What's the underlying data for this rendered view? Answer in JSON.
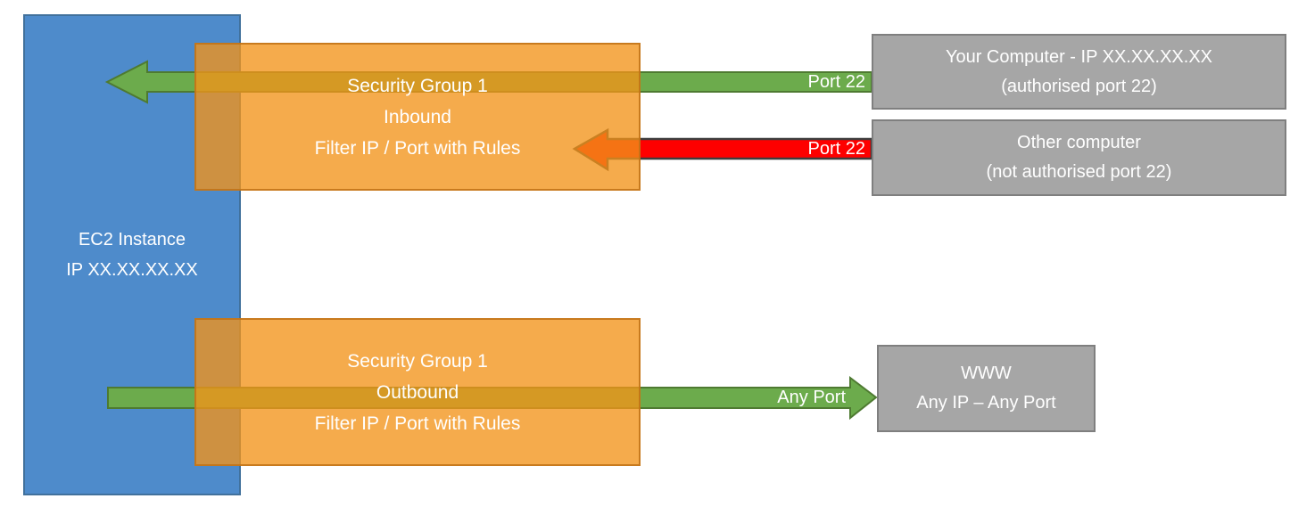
{
  "colors": {
    "blue_fill": "#4E8BCB",
    "blue_border": "#41719C",
    "orange_fill": "rgba(242,148,25,0.78)",
    "orange_border": "rgba(191,113,22,0.85)",
    "gray_fill": "#A6A6A6",
    "gray_border": "#7F7F7F",
    "green_fill": "#6CAB4C",
    "green_border": "#4E7A31",
    "red_fill": "#FE0000",
    "red_border": "#3E3E3E"
  },
  "ec2_box": {
    "line1": "EC2 Instance",
    "line2": "IP XX.XX.XX.XX"
  },
  "inbound_box": {
    "line1": "Security Group 1",
    "line2": "Inbound",
    "line3": "Filter IP / Port with Rules"
  },
  "outbound_box": {
    "line1": "Security Group 1",
    "line2": "Outbound",
    "line3": "Filter IP / Port with Rules"
  },
  "your_computer_box": {
    "line1": "Your Computer - IP XX.XX.XX.XX",
    "line2": "(authorised port 22)"
  },
  "other_computer_box": {
    "line1": "Other computer",
    "line2": "(not authorised port 22)"
  },
  "www_box": {
    "line1": "WWW",
    "line2": "Any IP – Any Port"
  },
  "arrow_labels": {
    "inbound_allowed": "Port 22",
    "inbound_blocked": "Port 22",
    "outbound": "Any Port"
  }
}
